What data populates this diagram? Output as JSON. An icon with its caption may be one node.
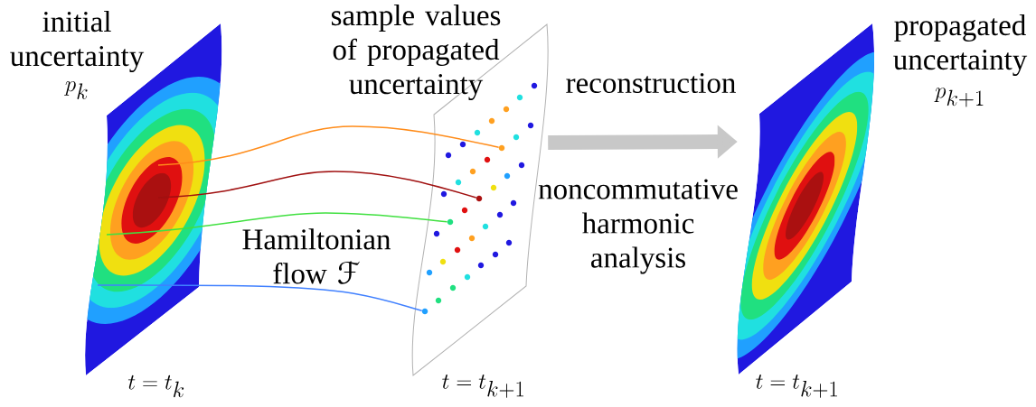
{
  "diagram": {
    "nodes": [
      {
        "text": [
          "initial uncertainty",
          "p_k"
        ],
        "beside": [
          "t = t_k"
        ]
      },
      {
        "text": [
          "sample values of propagated uncertainty"
        ],
        "beside": [
          "t = t_{k+1}"
        ]
      },
      {
        "text": [
          "propagated uncertainty",
          "p_{k+1}"
        ],
        "beside": [
          "t = t_{k+1}"
        ]
      },
      {
        "text": [],
        "shape": "circle",
        "in": 1
      },
      {
        "text": [],
        "shape": "circle",
        "in": 1
      },
      {
        "text": [],
        "shape": "circle",
        "in": 1
      },
      {
        "text": [],
        "shape": "circle",
        "in": 1
      }
    ],
    "edges": [
      {
        "from": 0,
        "to": 3,
        "arrow": "none",
        "color": "#ff8c1a"
      },
      {
        "from": 0,
        "to": 4,
        "arrow": "none",
        "color": "#a01010"
      },
      {
        "from": 0,
        "to": 5,
        "arrow": "none",
        "color": "#40e040"
      },
      {
        "from": 0,
        "to": 6,
        "arrow": "none",
        "color": "#4080ff"
      },
      {
        "from": 1,
        "to": 2,
        "arrow": "to",
        "label": "reconstruction",
        "style": "thick",
        "color": "#c8c8c8"
      }
    ],
    "labels": [
      "noncommutative harmonic analysis",
      "Hamiltonian flow ℱ"
    ]
  }
}
